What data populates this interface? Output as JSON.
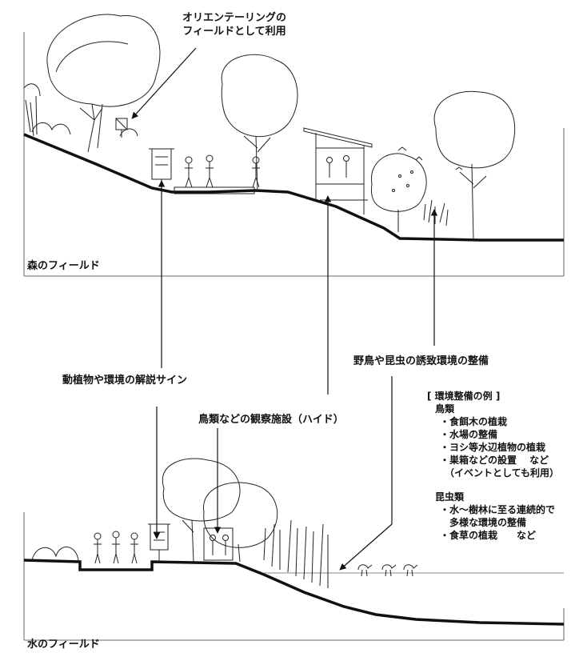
{
  "labels": {
    "orienteering_line1": "オリエンテーリングの",
    "orienteering_line2": "フィールドとして利用",
    "forest_field": "森のフィールド",
    "water_field": "水のフィールド",
    "wild_birds_insects": "野鳥や昆虫の誘致環境の整備",
    "interpretive_signs": "動植物や環境の解説サイン",
    "bird_hide": "鳥類などの観察施設（ハイド）"
  },
  "notes": {
    "heading": "[ 環境整備の例 ]",
    "bird_heading": "鳥類",
    "bird_items": [
      "・食餌木の植栽",
      "・水場の整備",
      "・ヨシ等水辺植物の植栽",
      "・巣箱などの設置　 など",
      "（イベントとしても利用）"
    ],
    "insect_heading": "昆虫類",
    "insect_items": [
      "・水～樹林に至る連続的で",
      "　多様な環境の整備",
      "・食草の植栽　　など"
    ]
  }
}
